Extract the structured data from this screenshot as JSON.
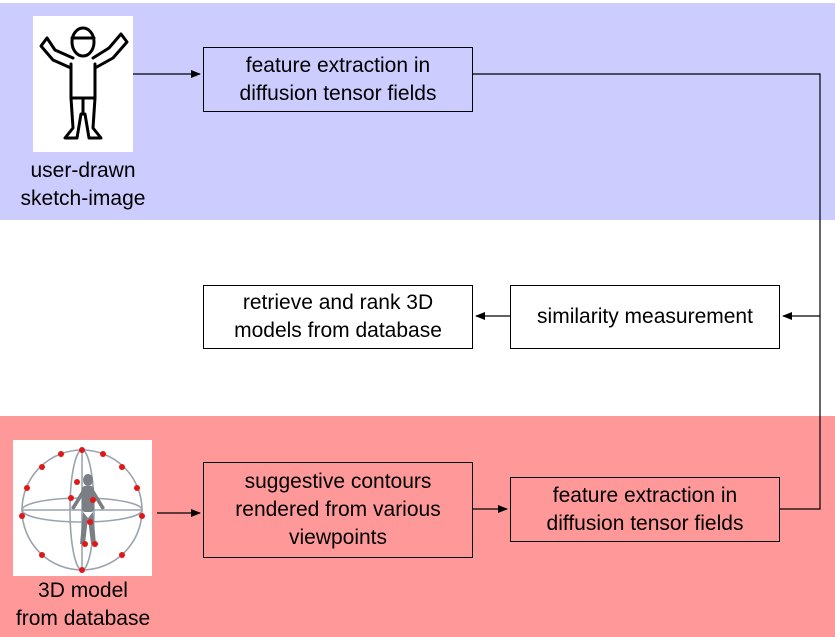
{
  "top_section": {
    "caption": "user-drawn\nsketch-image",
    "box_label": "feature extraction in\ndiffusion tensor fields",
    "color": "#ccccff"
  },
  "middle_section": {
    "retrieve_label": "retrieve and rank 3D\nmodels from database",
    "similarity_label": "similarity measurement"
  },
  "bottom_section": {
    "caption": "3D model\nfrom database",
    "contours_label": "suggestive contours\nrendered from various\nviewpoints",
    "box_label": "feature extraction in\ndiffusion tensor fields",
    "color": "#ff9999"
  },
  "icons": {
    "sketch": "stick-figure-sketch-icon",
    "model": "3d-model-sphere-icon"
  }
}
